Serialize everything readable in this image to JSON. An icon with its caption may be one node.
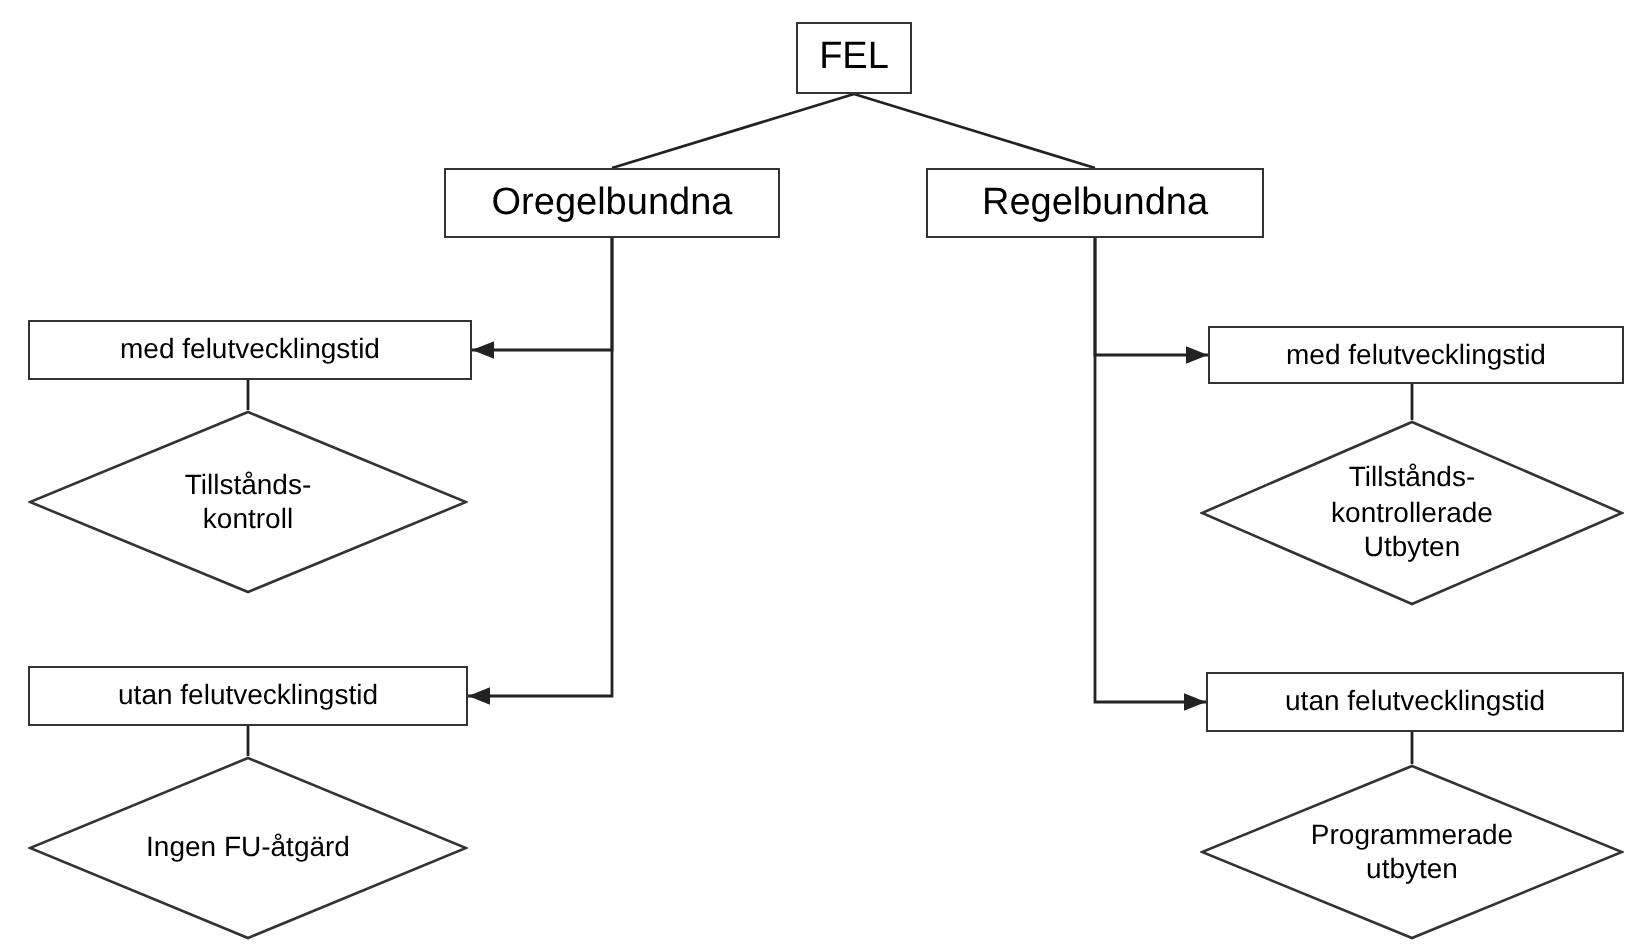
{
  "diagram": {
    "nodes": [
      {
        "text": [
          "FEL"
        ]
      },
      {
        "text": [
          "Oregelbundna"
        ]
      },
      {
        "text": [
          "Regelbundna"
        ]
      },
      {
        "text": [
          "med felutvecklingstid"
        ]
      },
      {
        "text": [
          "med felutvecklingstid"
        ]
      },
      {
        "text": [
          "Tillstånds- kontroll"
        ]
      },
      {
        "text": [
          "Tillstånds- kontrollerade Utbyten"
        ]
      },
      {
        "text": [
          "utan felutvecklingstid"
        ]
      },
      {
        "text": [
          "utan felutvecklingstid"
        ]
      },
      {
        "text": [
          "Ingen FU-åtgärd"
        ]
      },
      {
        "text": [
          "Programmerade utbyten"
        ]
      }
    ],
    "edges": [
      {
        "from": 0,
        "to": 1,
        "arrow": "none"
      },
      {
        "from": 0,
        "to": 2,
        "arrow": "none"
      },
      {
        "from": 1,
        "to": 3,
        "arrow": "to"
      },
      {
        "from": 1,
        "to": 7,
        "arrow": "to"
      },
      {
        "from": 2,
        "to": 4,
        "arrow": "to"
      },
      {
        "from": 2,
        "to": 8,
        "arrow": "to"
      },
      {
        "from": 3,
        "to": 5,
        "arrow": "none"
      },
      {
        "from": 4,
        "to": 6,
        "arrow": "none"
      },
      {
        "from": 7,
        "to": 9,
        "arrow": "none"
      },
      {
        "from": 8,
        "to": 10,
        "arrow": "none"
      }
    ]
  }
}
